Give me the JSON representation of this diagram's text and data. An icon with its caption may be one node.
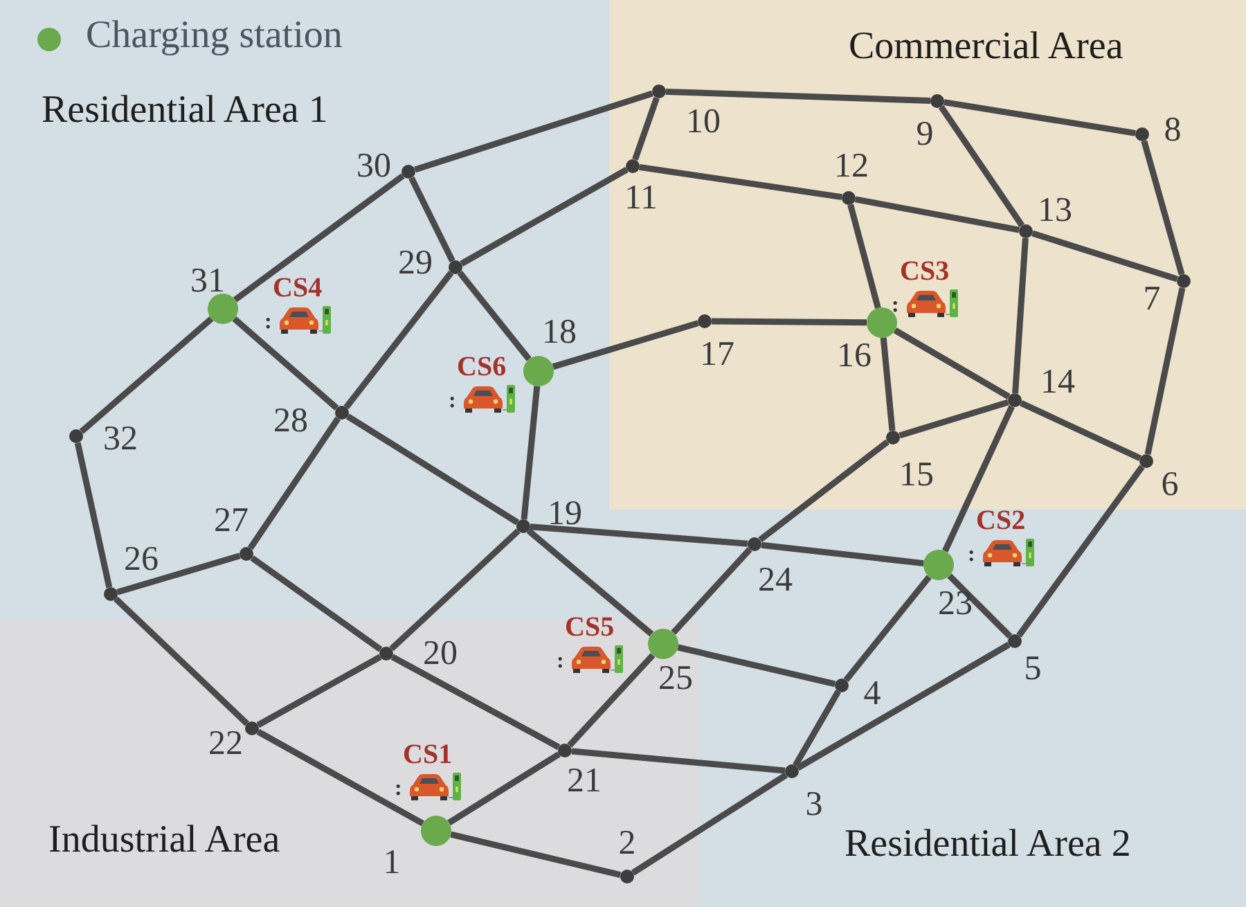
{
  "diagram": {
    "nodes": [
      {
        "text": [
          "Commercial Area"
        ]
      },
      {
        "text": [
          "Industrial Area"
        ]
      },
      {
        "text": [
          "1",
          "CS1",
          ":"
        ],
        "in": 1
      },
      {
        "text": [
          "2"
        ],
        "in": 1
      },
      {
        "text": [
          "3"
        ]
      },
      {
        "text": [
          "4"
        ]
      },
      {
        "text": [
          "5"
        ]
      },
      {
        "text": [
          "6"
        ],
        "in": 0
      },
      {
        "text": [
          "7"
        ],
        "in": 0
      },
      {
        "text": [
          "8"
        ],
        "in": 0
      },
      {
        "text": [
          "9"
        ],
        "in": 0
      },
      {
        "text": [
          "10"
        ],
        "in": 0
      },
      {
        "text": [
          "11"
        ],
        "in": 0
      },
      {
        "text": [
          "12"
        ],
        "in": 0
      },
      {
        "text": [
          "13"
        ],
        "in": 0
      },
      {
        "text": [
          "14"
        ],
        "in": 0
      },
      {
        "text": [
          "15"
        ],
        "in": 0
      },
      {
        "text": [
          "16",
          "CS3",
          ":"
        ],
        "in": 0
      },
      {
        "text": [
          "17"
        ],
        "in": 0
      },
      {
        "text": [
          "18",
          "CS6",
          ":"
        ]
      },
      {
        "text": [
          "19"
        ]
      },
      {
        "text": [
          "20"
        ],
        "in": 1
      },
      {
        "text": [
          "21"
        ],
        "in": 1
      },
      {
        "text": [
          "22"
        ],
        "in": 1
      },
      {
        "text": [
          "23",
          "CS2",
          ":"
        ]
      },
      {
        "text": [
          "24"
        ]
      },
      {
        "text": [
          "25",
          "CS5",
          ":"
        ],
        "in": 1
      },
      {
        "text": [
          "26"
        ]
      },
      {
        "text": [
          "27"
        ]
      },
      {
        "text": [
          "28"
        ]
      },
      {
        "text": [
          "29"
        ]
      },
      {
        "text": [
          "30"
        ]
      },
      {
        "text": [
          "31",
          "CS4",
          ":"
        ]
      },
      {
        "text": [
          "32"
        ]
      }
    ],
    "edges": [
      {
        "from": 2,
        "to": 23,
        "arrow": "none"
      },
      {
        "from": 2,
        "to": 22,
        "arrow": "none"
      },
      {
        "from": 2,
        "to": 3,
        "arrow": "none"
      },
      {
        "from": 3,
        "to": 4,
        "arrow": "none"
      },
      {
        "from": 4,
        "to": 22,
        "arrow": "none"
      },
      {
        "from": 4,
        "to": 5,
        "arrow": "none"
      },
      {
        "from": 4,
        "to": 6,
        "arrow": "none"
      },
      {
        "from": 5,
        "to": 26,
        "arrow": "none"
      },
      {
        "from": 5,
        "to": 24,
        "arrow": "none"
      },
      {
        "from": 6,
        "to": 24,
        "arrow": "none"
      },
      {
        "from": 6,
        "to": 7,
        "arrow": "none"
      },
      {
        "from": 7,
        "to": 15,
        "arrow": "none"
      },
      {
        "from": 7,
        "to": 8,
        "arrow": "none"
      },
      {
        "from": 8,
        "to": 9,
        "arrow": "none"
      },
      {
        "from": 8,
        "to": 14,
        "arrow": "none"
      },
      {
        "from": 9,
        "to": 10,
        "arrow": "none"
      },
      {
        "from": 10,
        "to": 11,
        "arrow": "none"
      },
      {
        "from": 10,
        "to": 14,
        "arrow": "none"
      },
      {
        "from": 11,
        "to": 12,
        "arrow": "none"
      },
      {
        "from": 11,
        "to": 31,
        "arrow": "none"
      },
      {
        "from": 12,
        "to": 13,
        "arrow": "none"
      },
      {
        "from": 12,
        "to": 30,
        "arrow": "none"
      },
      {
        "from": 13,
        "to": 14,
        "arrow": "none"
      },
      {
        "from": 13,
        "to": 17,
        "arrow": "none"
      },
      {
        "from": 14,
        "to": 15,
        "arrow": "none"
      },
      {
        "from": 15,
        "to": 17,
        "arrow": "none"
      },
      {
        "from": 15,
        "to": 16,
        "arrow": "none"
      },
      {
        "from": 15,
        "to": 24,
        "arrow": "none"
      },
      {
        "from": 16,
        "to": 17,
        "arrow": "none"
      },
      {
        "from": 16,
        "to": 25,
        "arrow": "none"
      },
      {
        "from": 17,
        "to": 18,
        "arrow": "none"
      },
      {
        "from": 18,
        "to": 19,
        "arrow": "none"
      },
      {
        "from": 19,
        "to": 30,
        "arrow": "none"
      },
      {
        "from": 19,
        "to": 20,
        "arrow": "none"
      },
      {
        "from": 20,
        "to": 29,
        "arrow": "none"
      },
      {
        "from": 20,
        "to": 21,
        "arrow": "none"
      },
      {
        "from": 20,
        "to": 25,
        "arrow": "none"
      },
      {
        "from": 20,
        "to": 26,
        "arrow": "none"
      },
      {
        "from": 21,
        "to": 28,
        "arrow": "none"
      },
      {
        "from": 21,
        "to": 22,
        "arrow": "none"
      },
      {
        "from": 21,
        "to": 23,
        "arrow": "none"
      },
      {
        "from": 22,
        "to": 26,
        "arrow": "none"
      },
      {
        "from": 23,
        "to": 27,
        "arrow": "none"
      },
      {
        "from": 24,
        "to": 25,
        "arrow": "none"
      },
      {
        "from": 25,
        "to": 26,
        "arrow": "none"
      },
      {
        "from": 27,
        "to": 28,
        "arrow": "none"
      },
      {
        "from": 27,
        "to": 33,
        "arrow": "none"
      },
      {
        "from": 28,
        "to": 29,
        "arrow": "none"
      },
      {
        "from": 29,
        "to": 30,
        "arrow": "none"
      },
      {
        "from": 29,
        "to": 32,
        "arrow": "none"
      },
      {
        "from": 30,
        "to": 31,
        "arrow": "none"
      },
      {
        "from": 31,
        "to": 32,
        "arrow": "none"
      },
      {
        "from": 32,
        "to": 33,
        "arrow": "none"
      }
    ],
    "labels": [
      "Residential Area 1",
      "Residential Area 2"
    ],
    "legend": [
      {
        "text": "Charging station",
        "color": "#6aaa4c"
      }
    ]
  }
}
